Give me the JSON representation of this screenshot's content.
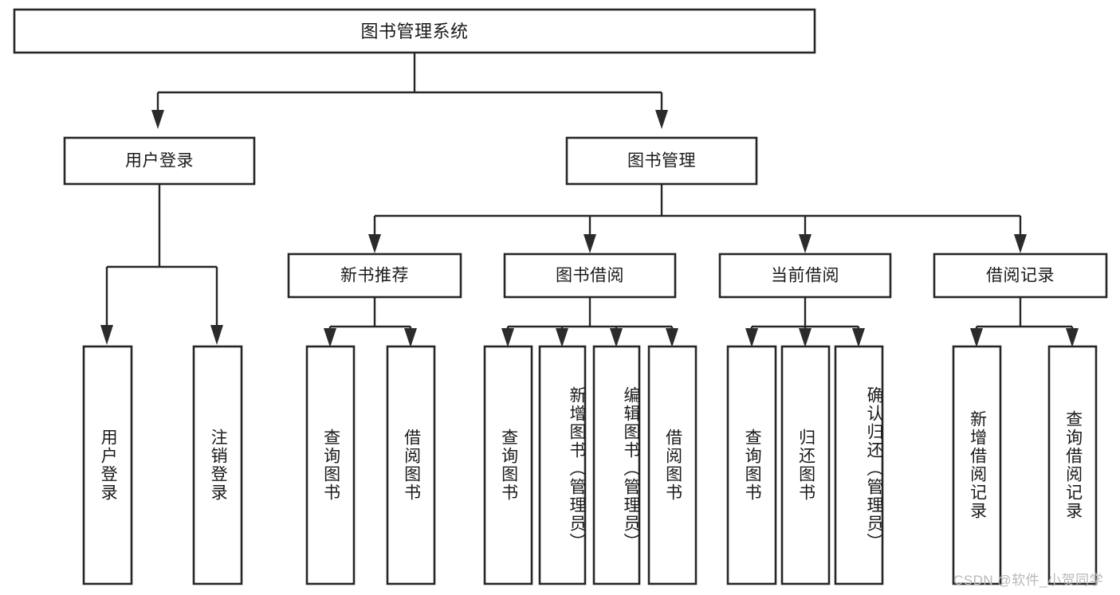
{
  "diagram": {
    "title": "图书管理系统",
    "type": "tree-hierarchy-functional-decomposition",
    "watermark": "CSDN @软件_小贺同学",
    "colors": {
      "box_stroke": "#262626",
      "box_fill": "#ffffff",
      "connector": "#262626",
      "text": "#1a1a1a",
      "background": "#ffffff",
      "watermark": "#b8b8b8"
    },
    "nodes": {
      "root": {
        "label": "图书管理系统"
      },
      "level1": [
        {
          "id": "user-login",
          "label": "用户登录"
        },
        {
          "id": "book-management",
          "label": "图书管理"
        }
      ],
      "level2": [
        {
          "id": "new-book-recommend",
          "label": "新书推荐"
        },
        {
          "id": "book-borrow",
          "label": "图书借阅"
        },
        {
          "id": "current-borrow",
          "label": "当前借阅"
        },
        {
          "id": "borrow-record",
          "label": "借阅记录"
        }
      ],
      "leaves": {
        "user_login": [
          {
            "id": "leaf-user-login",
            "label": "用户登录"
          },
          {
            "id": "leaf-logout-login",
            "label": "注销登录"
          }
        ],
        "new_book_recommend": [
          {
            "id": "leaf-query-book-1",
            "label": "查询图书"
          },
          {
            "id": "leaf-borrow-book-1",
            "label": "借阅图书"
          }
        ],
        "book_borrow": [
          {
            "id": "leaf-query-book-2",
            "label": "查询图书"
          },
          {
            "id": "leaf-add-book",
            "label": "新增图书（管理员）"
          },
          {
            "id": "leaf-edit-book",
            "label": "编辑图书（管理员）"
          },
          {
            "id": "leaf-borrow-book-2",
            "label": "借阅图书"
          }
        ],
        "current_borrow": [
          {
            "id": "leaf-query-book-3",
            "label": "查询图书"
          },
          {
            "id": "leaf-return-book",
            "label": "归还图书"
          },
          {
            "id": "leaf-confirm-return",
            "label": "确认归还（管理员）"
          }
        ],
        "borrow_record": [
          {
            "id": "leaf-add-record",
            "label": "新增借阅记录"
          },
          {
            "id": "leaf-query-record",
            "label": "查询借阅记录"
          }
        ]
      }
    }
  }
}
